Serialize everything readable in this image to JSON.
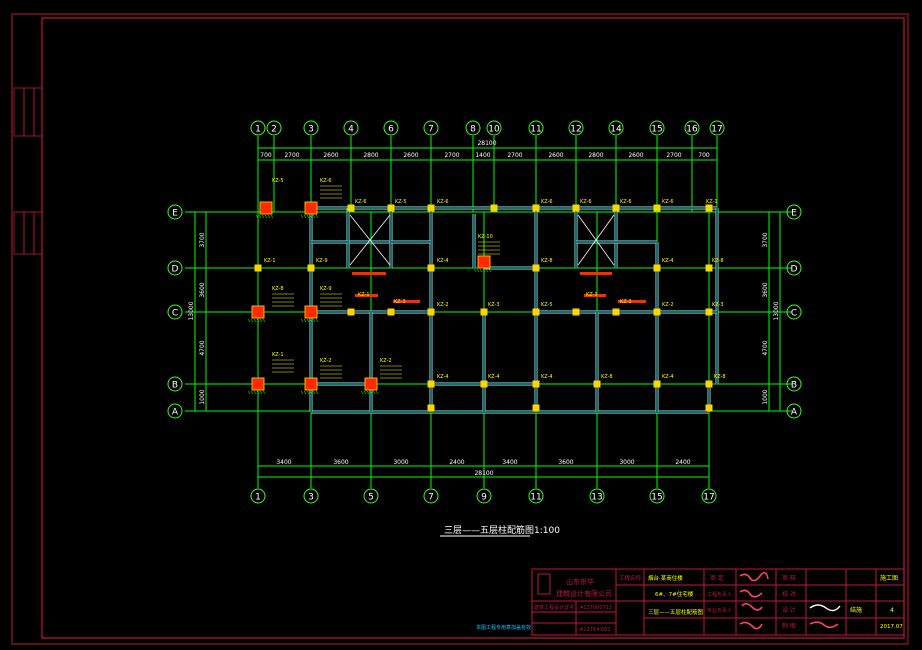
{
  "colors": {
    "background": "#000000",
    "frame": "#c0183c",
    "axis_line": "#ffffff",
    "axis_bubble": "#39ff14",
    "grid_line": "#00ff00",
    "wall": "#5ec8c8",
    "column": "#ffd400",
    "column_red": "#ff2a00",
    "label_yellow": "#ffff00",
    "dim_text": "#ffffff"
  },
  "axes": {
    "top": [
      "1",
      "2",
      "3",
      "4",
      "6",
      "7",
      "8",
      "10",
      "11",
      "12",
      "14",
      "15",
      "16",
      "17"
    ],
    "bottom": [
      "1",
      "3",
      "5",
      "7",
      "9",
      "11",
      "13",
      "15",
      "17"
    ],
    "rows": [
      "E",
      "D",
      "C",
      "B",
      "A"
    ]
  },
  "dims": {
    "top_overall": "28100",
    "top_segments": [
      "700",
      "2700",
      "2600",
      "2800",
      "2600",
      "2700",
      "1400",
      "2700",
      "2600",
      "2800",
      "2600",
      "2700",
      "700"
    ],
    "bottom_overall": "28100",
    "bottom_segments": [
      "3400",
      "3600",
      "3000",
      "2400",
      "3400",
      "3600",
      "3000",
      "2400"
    ],
    "left_overall": "13000",
    "left_segments": [
      "3700",
      "3600",
      "4700",
      "1000"
    ],
    "right_overall": "13000",
    "right_segments": [
      "3700",
      "3600",
      "4700",
      "1000"
    ]
  },
  "column_tags": {
    "kz1": "KZ-1",
    "kz2": "KZ-2",
    "kz3": "KZ-3",
    "kz4": "KZ-4",
    "kz5": "KZ-5",
    "kz6": "KZ-6",
    "kz8": "KZ-8",
    "kz9": "KZ-9",
    "kz10": "KZ-10"
  },
  "drawing_title": "三层——五层柱配筋图1:100",
  "title_block": {
    "firm_line1": "山东东华",
    "firm_line2": "建筑设计有限公司",
    "project_label": "工程名称",
    "project_value": "烟台·某商住楼",
    "item_value": "6#、7#住宅楼",
    "approve_label": "审 定",
    "check_label": "审 核",
    "design_label": "设 计",
    "draw_label": "制 图",
    "proj_manager": "工程负责人",
    "major_manager": "专业负责人",
    "proofer": "校 对",
    "stage_label": "施工图",
    "cert_label": "建筑工程设计证书",
    "cert_value": "A137000712",
    "seal_value": "A13714-002",
    "sheet_name": "三层——五层柱配筋图",
    "note": "本图工程专用章加盖有效",
    "date_value": "2017.07",
    "discipline": "结施",
    "drawing_no": "4"
  }
}
